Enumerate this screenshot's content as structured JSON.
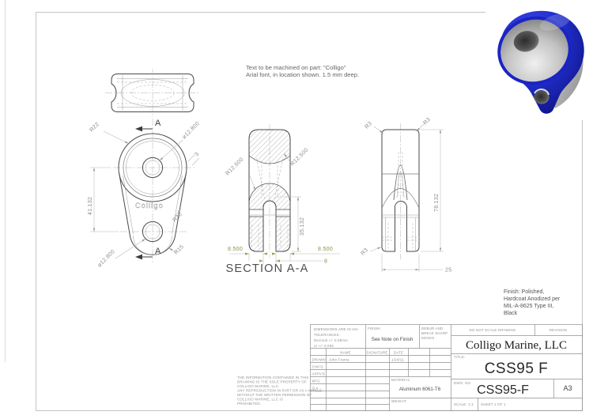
{
  "note": {
    "line1": "Text to be machined on part:  \"Colligo\"",
    "line2": "Arial font, in location shown.  1.5 mm deep."
  },
  "machined_text": "Colligo",
  "finish": {
    "l1": "Finish:  Polished,",
    "l2": "Hardcoat Anodized per",
    "l3": "MIL-A-8625 Type III,",
    "l4": "Black"
  },
  "section_label": "SECTION A-A",
  "dims": {
    "front": {
      "r22": "R22",
      "dia_top": "⌀12.800",
      "depth": "3",
      "center_dist": "41.132",
      "r20": "R20",
      "r15": "R15",
      "dia_bottom": "⌀12.800",
      "arrow": "A"
    },
    "section": {
      "r_left": "R12.500",
      "r_right": "R12.500",
      "height": "35.132",
      "leg_left": "8.500",
      "leg_right": "8.500",
      "slot": "8"
    },
    "side": {
      "r_tl": "R3",
      "r_tr": "R3",
      "height": "78.132",
      "r_bl": "R3",
      "width": "25"
    }
  },
  "tb": {
    "company": "Colligo Marine, LLC",
    "title_label": "TITLE:",
    "title": "CSS95 F",
    "dwg_label": "DWG. NO.",
    "dwg_no": "CSS95-F",
    "size": "A3",
    "scale": "SCALE: 1:1",
    "sheet": "SHEET 1 OF 1",
    "do_not_scale": "DO NOT SCALE DRAWING",
    "revision": "REVISION",
    "finish_label": "FINISH:",
    "finish_value": "See Note on Finish",
    "material_label": "MATERIAL:",
    "material": "Aluminum 6061-T6",
    "weight_label": "WEIGHT:",
    "col_name": "NAME",
    "col_signature": "SIGNATURE",
    "col_date": "DATE",
    "rows": [
      {
        "label": "DRAWN",
        "name": "John Franta",
        "date": "1/24/11"
      },
      {
        "label": "CHK'D",
        "name": "",
        "date": ""
      },
      {
        "label": "APPV'D",
        "name": "",
        "date": ""
      },
      {
        "label": "MFG",
        "name": "",
        "date": ""
      },
      {
        "label": "Q.A",
        "name": "",
        "date": ""
      }
    ],
    "tolerance_lines": [
      "DIMENSIONS ARE IN mm",
      "TOLERANCES:",
      "Decimal +/- 0.05mm",
      "or +/- 0.005"
    ],
    "debur_lines": [
      "DEBUR AND",
      "BREAK SHARP",
      "EDGES"
    ],
    "proprietary_lines": [
      "THE INFORMATION CONTAINED IN THIS",
      "DRAWING IS THE SOLE PROPERTY OF",
      "COLLIGO MARINE, LLC.",
      "ANY REPRODUCTION IN PART OR AS A WHOLE",
      "WITHOUT THE WRITTEN PERMISSION OF",
      "COLLIGO MARINE, LLC IS",
      "PROHIBITED."
    ]
  },
  "colors": {
    "render_blue": "url(#blueGrad)",
    "accent_blue": "#1a24c4",
    "dim_gray": "#8c8c8c",
    "dim_olive": "#8f8f4a",
    "line_dark": "#4a4a4a"
  }
}
